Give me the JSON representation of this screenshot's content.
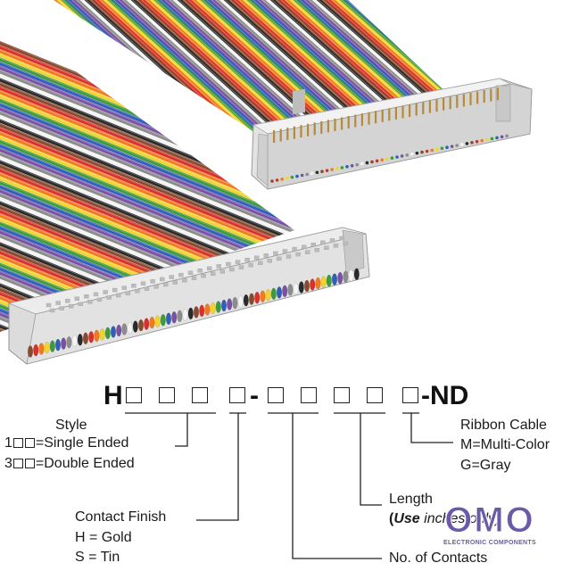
{
  "part_number": {
    "prefix": "H",
    "dash1": "-",
    "suffix": "-ND"
  },
  "labels": {
    "style_title": "Style",
    "style_single": "=Single Ended",
    "style_single_prefix": "1",
    "style_double": "=Double Ended",
    "style_double_prefix": "3",
    "contact_finish_title": "Contact Finish",
    "contact_gold": "H = Gold",
    "contact_tin": "S = Tin",
    "ribbon_title": "Ribbon Cable",
    "ribbon_multi": "M=Multi-Color",
    "ribbon_gray": "G=Gray",
    "length_title": "Length",
    "length_note_open": "(",
    "length_note_bold": "Use",
    "length_note_rest": " inches only)",
    "contacts_title": "No. of Contacts"
  },
  "watermark": {
    "logo": "OMO",
    "sub": "ELECTRONIC COMPONENTS"
  },
  "colors": {
    "wire_palette": [
      "#8a4a2e",
      "#d8302a",
      "#f07a22",
      "#f2d430",
      "#3f9a3c",
      "#2f5fb8",
      "#7a4fa8",
      "#8c8c8c",
      "#f4f4f4",
      "#2a2a2a"
    ],
    "connector": "#dedede",
    "text": "#1a1a1a",
    "watermark": "#6b5aa8"
  }
}
